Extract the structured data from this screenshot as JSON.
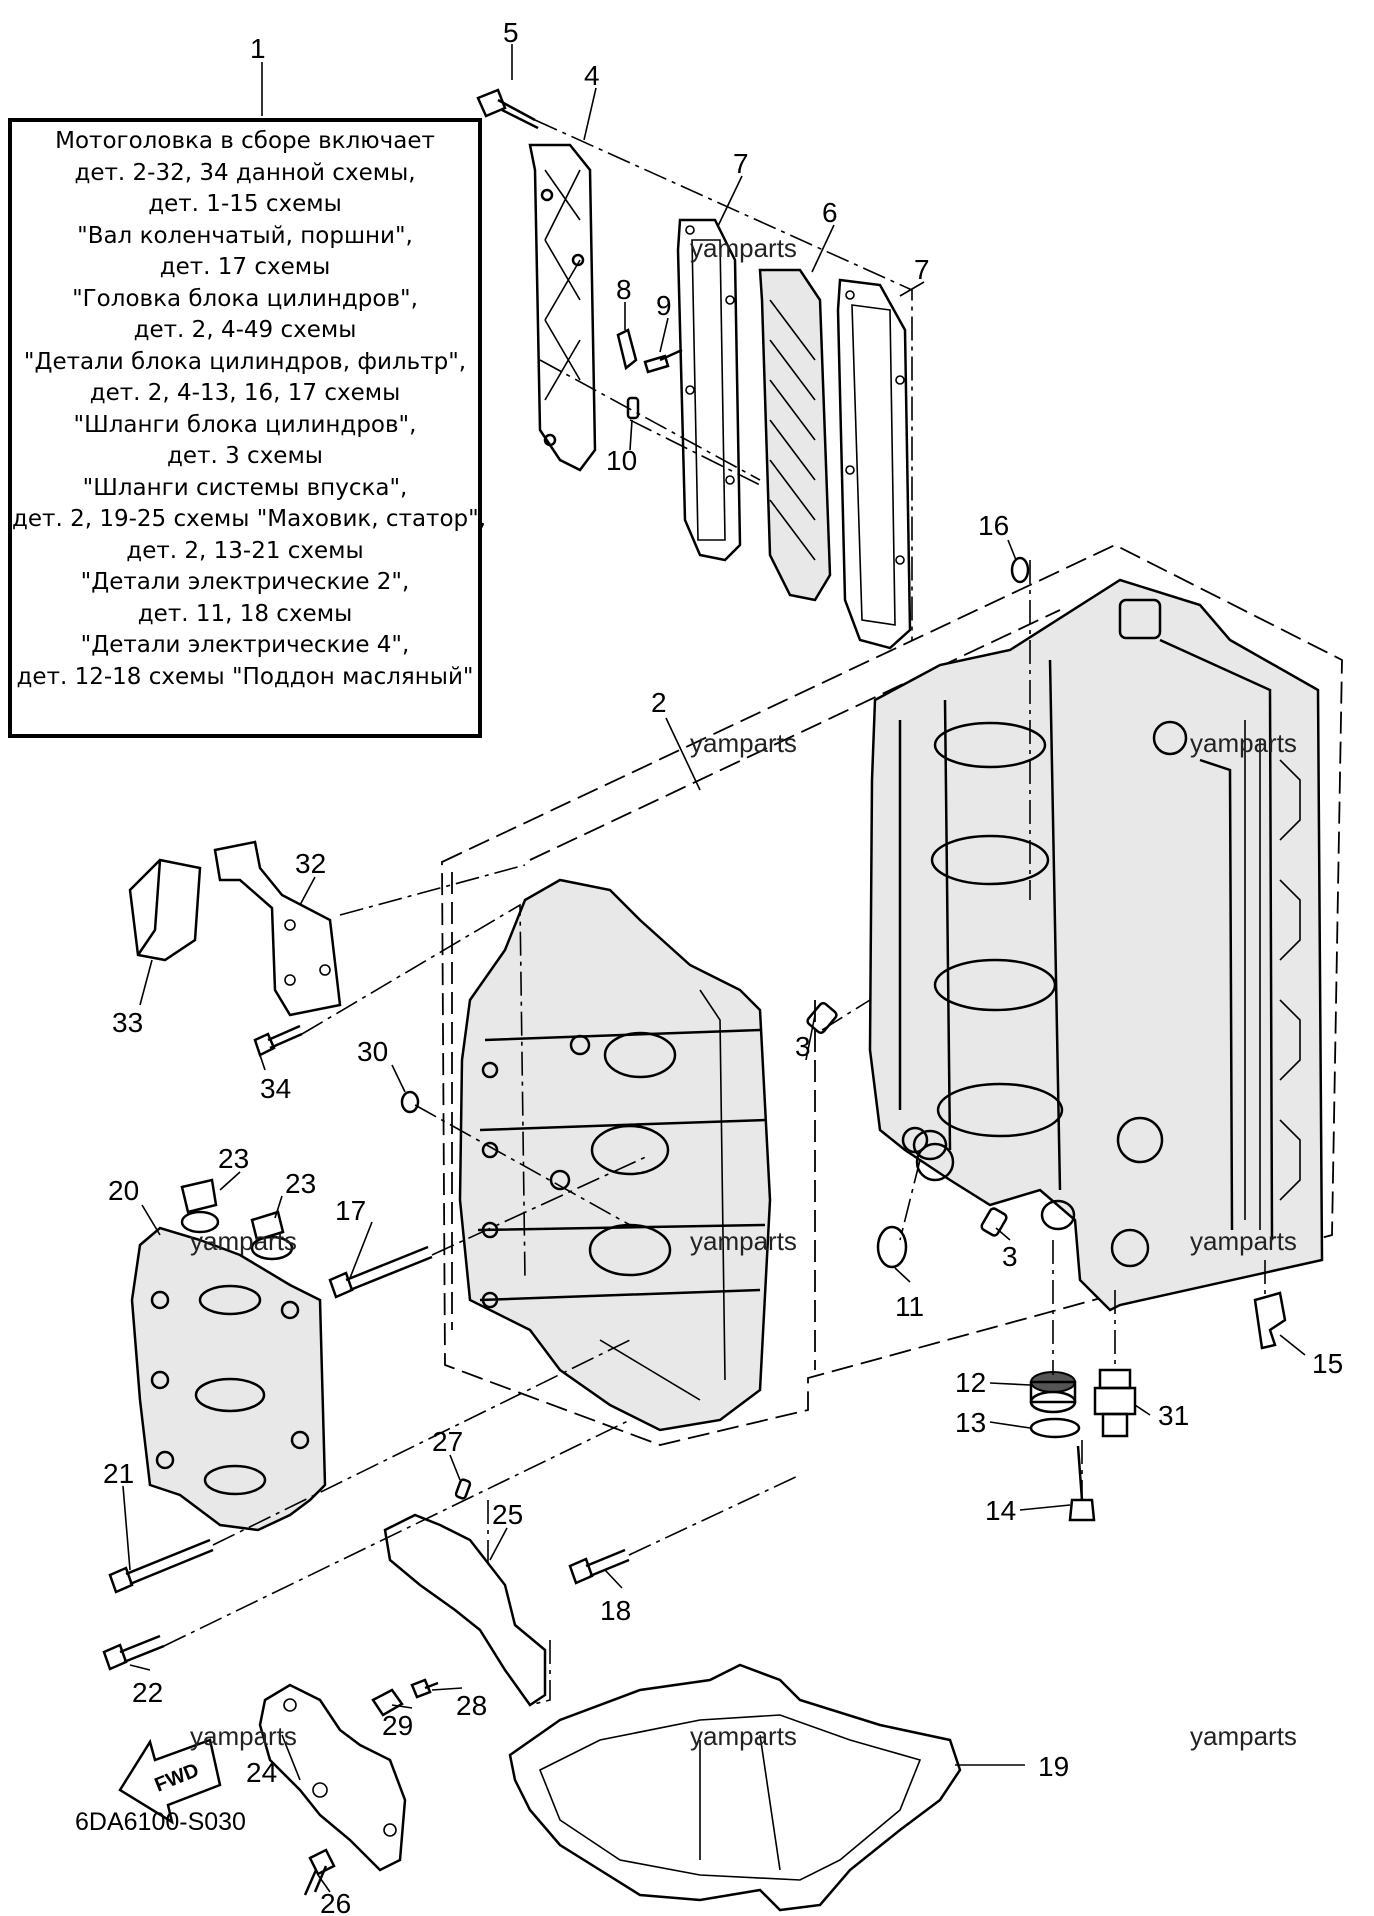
{
  "note": {
    "lines": [
      "Мотоголовка в сборе включает",
      "дет. 2-32, 34 данной схемы,",
      "дет. 1-15 схемы",
      "\"Вал коленчатый, поршни\",",
      "дет. 17 схемы",
      "\"Головка блока цилиндров\",",
      "дет. 2, 4-49 схемы",
      "\"Детали блока цилиндров, фильтр\",",
      "дет. 2, 4-13, 16, 17 схемы",
      "\"Шланги блока цилиндров\",",
      "дет. 3 схемы",
      "\"Шланги системы впуска\",",
      "дет. 2, 19-25 схемы \"Маховик, статор\",",
      "дет. 2, 13-21 схемы",
      "\"Детали электрические 2\",",
      "дет. 11, 18 схемы",
      "\"Детали электрические 4\",",
      "дет. 12-18 схемы \"Поддон масляный\""
    ]
  },
  "callouts": [
    "1",
    "5",
    "4",
    "7",
    "6",
    "7",
    "8",
    "9",
    "10",
    "16",
    "2",
    "32",
    "33",
    "34",
    "3",
    "30",
    "23",
    "20",
    "23",
    "17",
    "3",
    "11",
    "12",
    "13",
    "31",
    "15",
    "14",
    "21",
    "27",
    "25",
    "18",
    "22",
    "28",
    "29",
    "24",
    "26",
    "19"
  ],
  "watermarks": [
    "yamparts",
    "yamparts",
    "yamparts",
    "yamparts",
    "yamparts",
    "yamparts",
    "yamparts",
    "yamparts",
    "yamparts"
  ],
  "diagram_code": "6DA6100-S030",
  "fwd_label": "FWD"
}
